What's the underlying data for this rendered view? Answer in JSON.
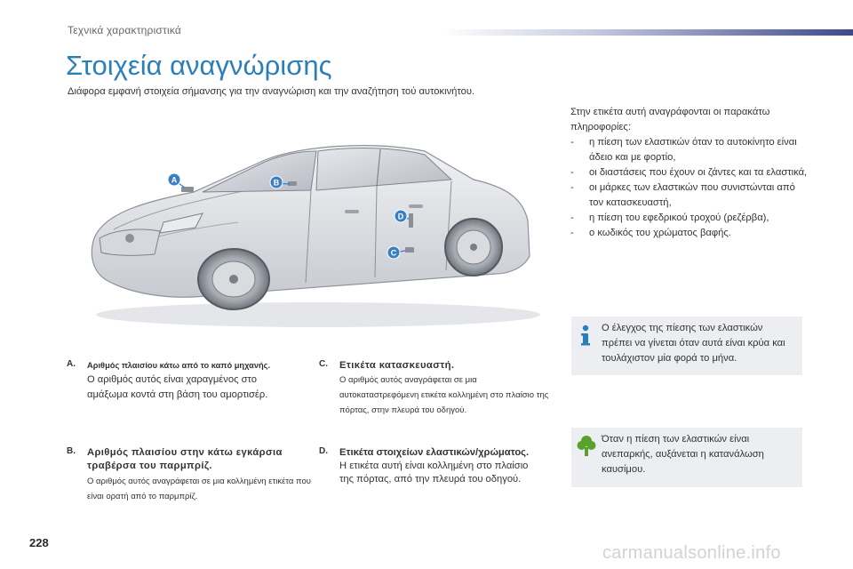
{
  "header": {
    "section_title": "Τεχνικά χαρακτηριστικά"
  },
  "page": {
    "title": "Στοιχεία αναγνώρισης",
    "subtitle": "Διάφορα εμφανή στοιχεία σήμανσης για την αναγνώριση και την αναζήτηση τού αυτοκινήτου."
  },
  "figure": {
    "labels": [
      "A",
      "B",
      "C",
      "D"
    ],
    "badge_color": "#3a7fc1"
  },
  "right_column": {
    "intro": "Στην ετικέτα αυτή αναγράφονται οι παρακάτω πληροφορίες:",
    "items": [
      "η πίεση των ελαστικών όταν το αυτοκίνητο είναι άδειο και με φορτίο,",
      "οι διαστάσεις που έχουν οι ζάντες και τα ελαστικά,",
      "οι μάρκες των ελαστικών που συνιστώνται από τον κατασκευαστή,",
      "η πίεση του εφεδρικού τροχού (ρεζέρβα),",
      "ο κωδικός του χρώματος βαφής."
    ]
  },
  "notes": {
    "info": {
      "icon": "info-icon",
      "text": "Ο έλεγχος της πίεσης των ελαστικών πρέπει να γίνεται όταν αυτά είναι κρύα και τουλάχιστον μία φορά το μήνα.",
      "icon_color": "#2b7fb9"
    },
    "eco": {
      "icon": "tree-icon",
      "text": "Όταν η πίεση των ελαστικών είναι ανεπαρκής, αυξάνεται η κατανάλωση καυσίμου.",
      "icon_color": "#5aa02c"
    }
  },
  "sections": {
    "a": {
      "letter": "A.",
      "title": "Αριθμός πλαισίου κάτω από το καπό μηχανής.",
      "body": "Ο αριθμός αυτός είναι χαραγμένος στο αμάξωμα κοντά στη βάση του αμορτισέρ."
    },
    "b": {
      "letter": "B.",
      "title": "Αριθμός πλαισίου στην κάτω εγκάρσια τραβέρσα του παρμπρίζ.",
      "body": "Ο αριθμός αυτός αναγράφεται σε μια κολλημένη ετικέτα που είναι ορατή από το παρμπρίζ."
    },
    "c": {
      "letter": "C.",
      "title": "Ετικέτα κατασκευαστή.",
      "body": "Ο αριθμός αυτός αναγράφεται σε μια αυτοκαταστρεφόμενη ετικέτα κολλημένη στο πλαίσιο της πόρτας, στην πλευρά του οδηγού."
    },
    "d": {
      "letter": "D.",
      "title": "Ετικέτα στοιχείων ελαστικών/χρώματος.",
      "body": "Η ετικέτα αυτή είναι κολλημένη στο πλαίσιο της πόρτας, από την πλευρά του οδηγού."
    }
  },
  "footer": {
    "page_number": "228",
    "watermark": "carmanualsonline.info"
  }
}
